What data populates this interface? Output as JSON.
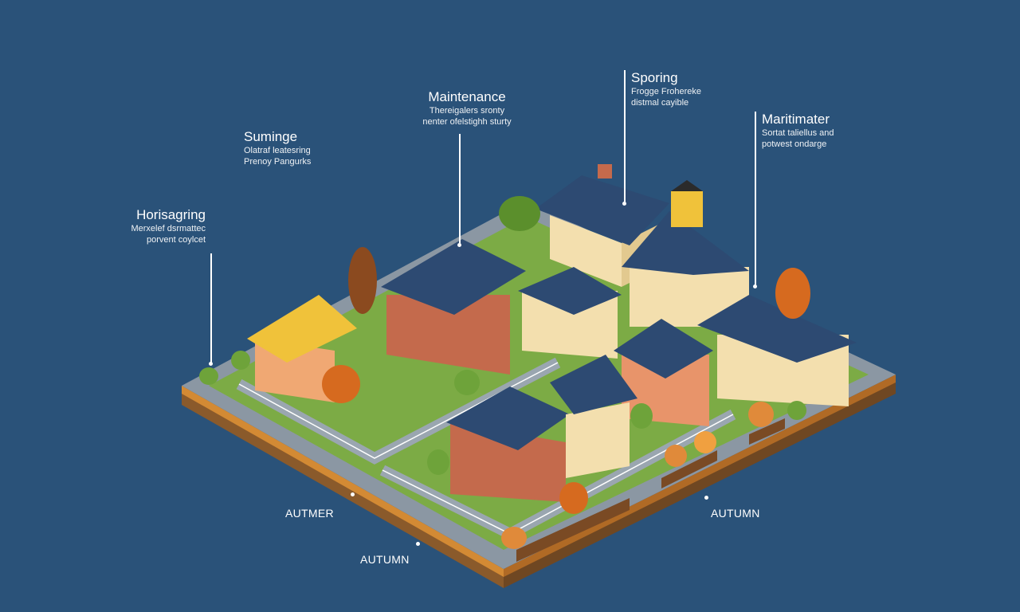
{
  "callouts": [
    {
      "title": "Horisagring",
      "lines": [
        "Merxelef dsrmattec",
        "porvent coylcet"
      ]
    },
    {
      "title": "Suminge",
      "lines": [
        "Olatraf leatesring",
        "Prenoy Pangurks"
      ]
    },
    {
      "title": "Maintenance",
      "lines": [
        "Thereigalers sronty",
        "nenter ofelstighh sturty"
      ]
    },
    {
      "title": "Sporing",
      "lines": [
        "Frogge Frohereke",
        "distmal cayible"
      ]
    },
    {
      "title": "Maritimater",
      "lines": [
        "Sortat taliellus and",
        "potwest ondarge"
      ]
    }
  ],
  "season_labels": [
    "AUTMER",
    "AUTUMN",
    "AUTUMN"
  ],
  "colors": {
    "background": "#2a5279",
    "grass": "#7cab45",
    "road": "#8b97a3",
    "soil": "#8a5a2b",
    "roof": "#2d4a72",
    "brick": "#c46a4c",
    "cream": "#f3dfae",
    "tree_autumn": "#d66a1f",
    "text": "#ffffff"
  }
}
